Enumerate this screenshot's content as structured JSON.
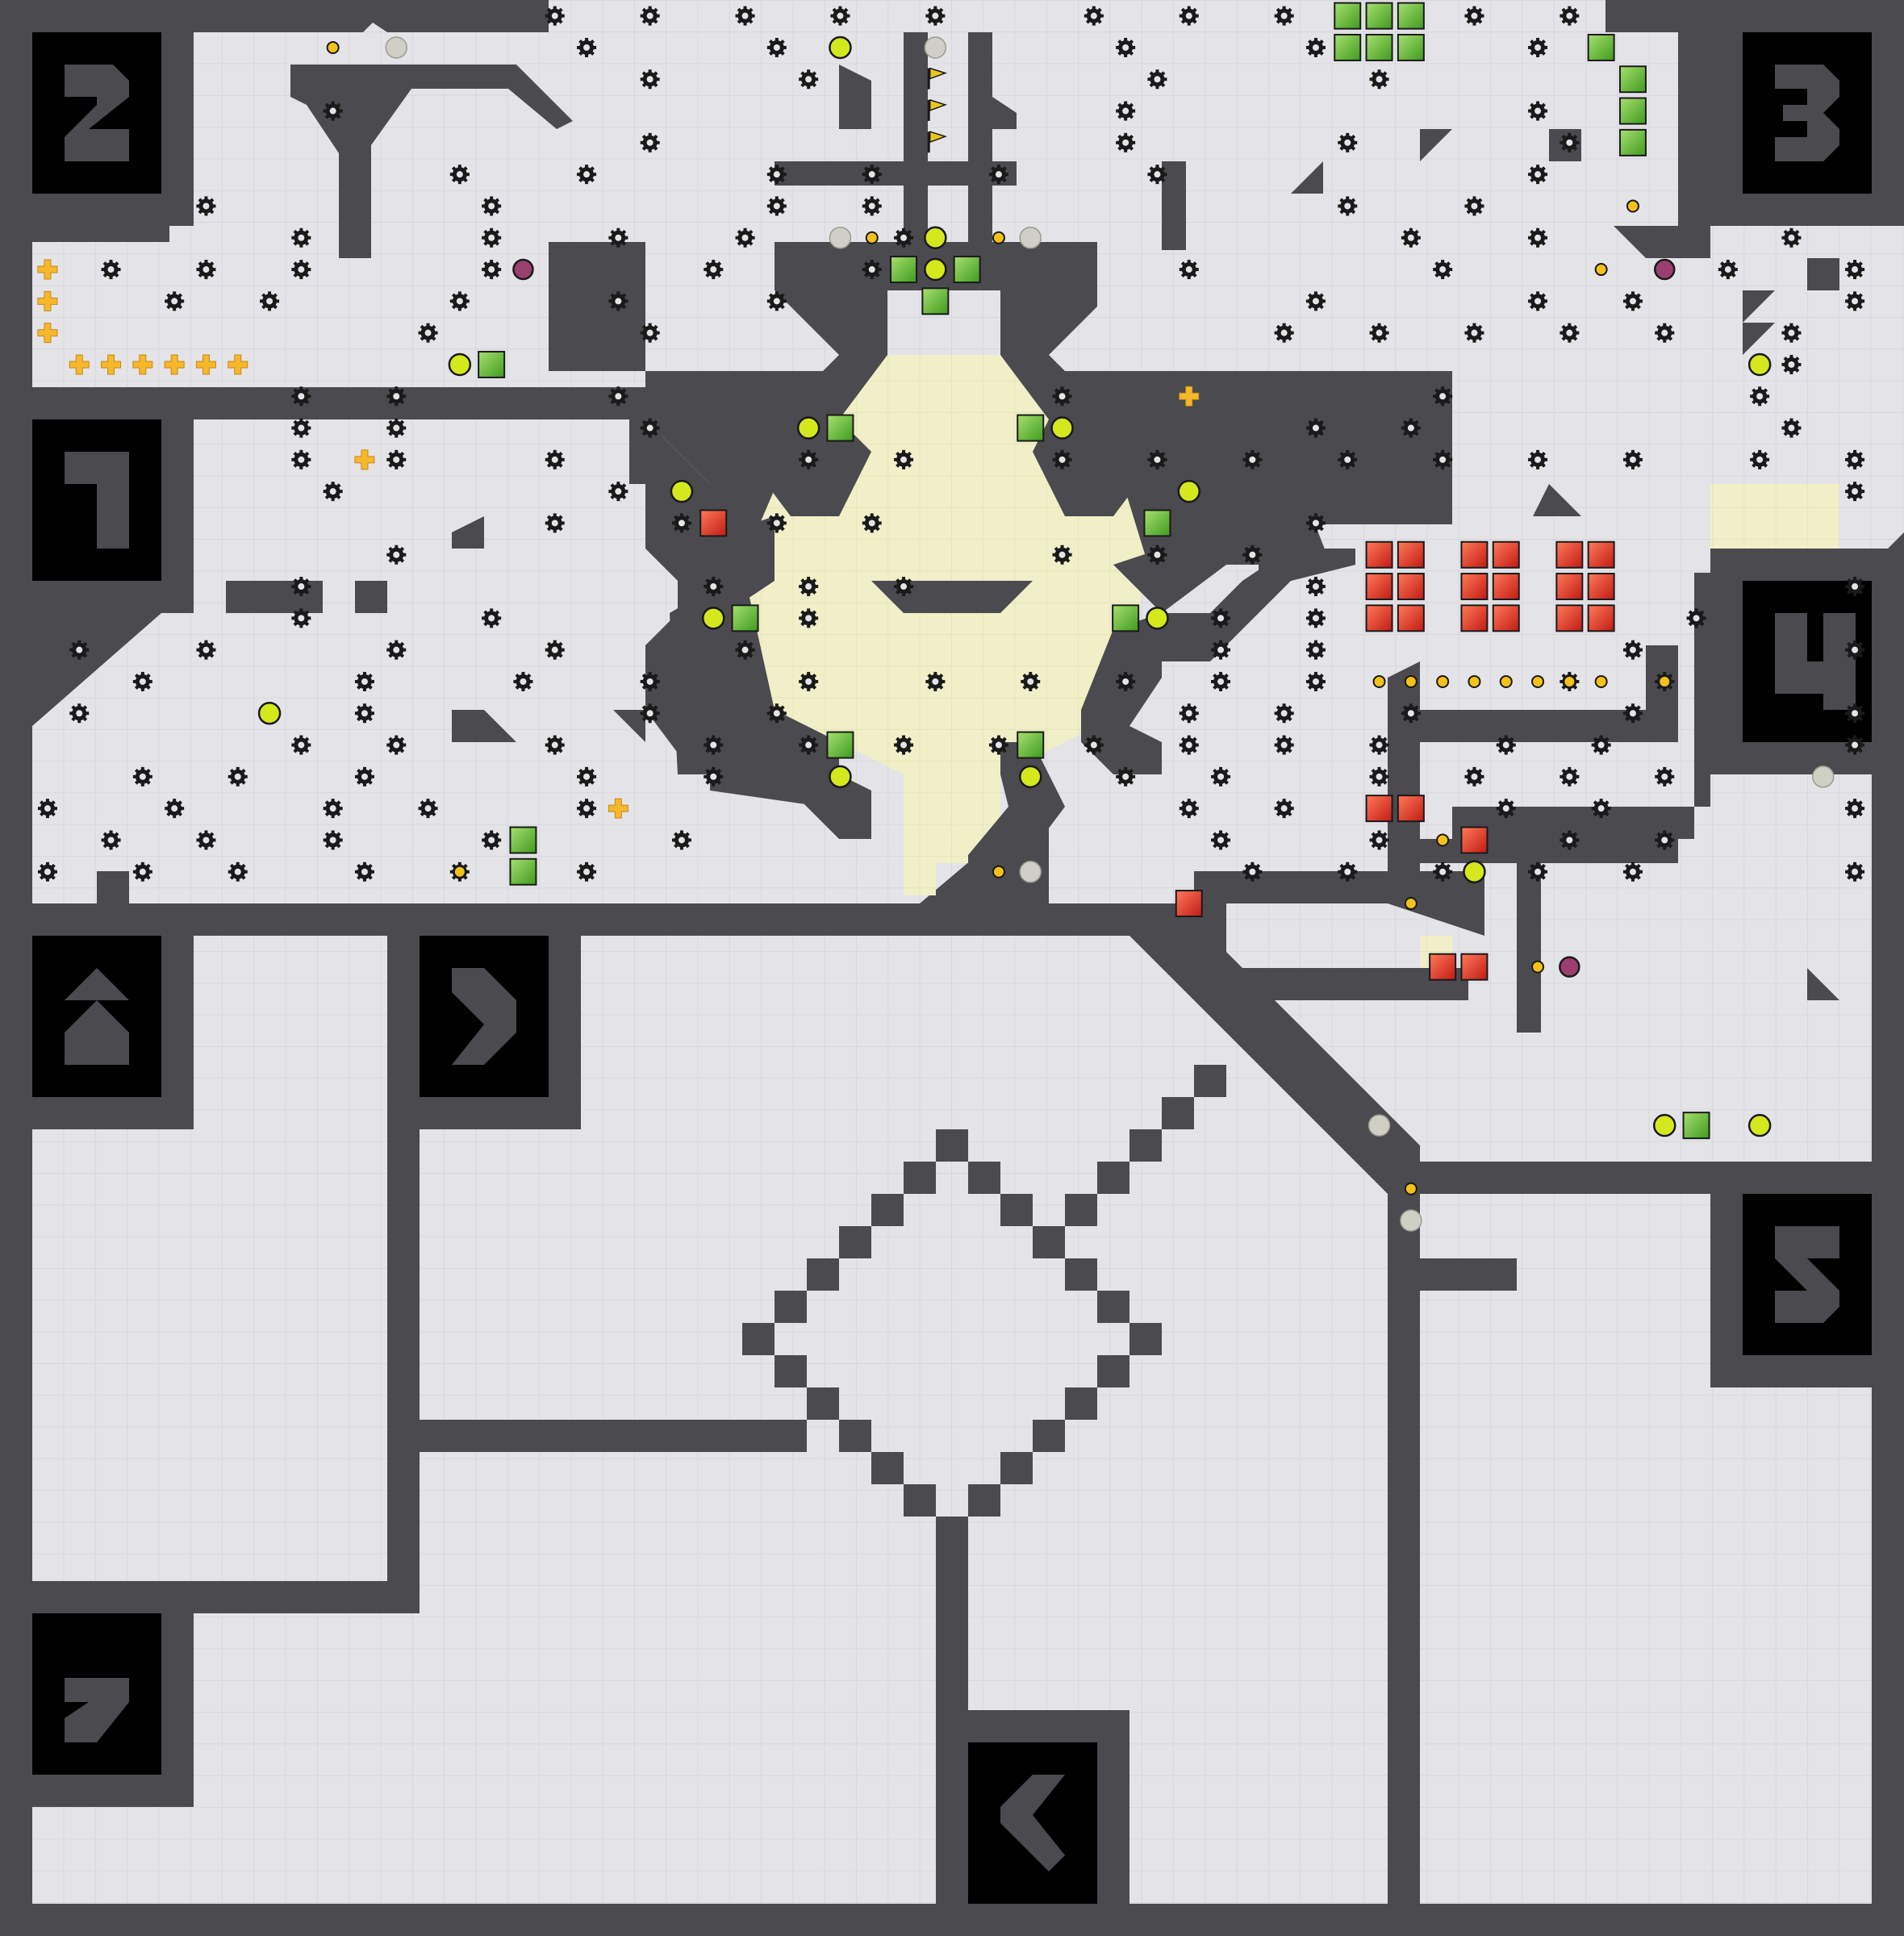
{
  "game": {
    "view": "level-map",
    "palette": {
      "wall": "#4a4a4f",
      "floor": "#e4e4e8",
      "grid_line": "#d0d0d6",
      "highlight": "#f0efc8",
      "green_block": "#6cc23a",
      "red_block": "#e0332b",
      "door_plate": "#000000",
      "door_glyph": "#4a4a4f",
      "yellow_orb": "#d4e81e",
      "gold_coin": "#f2c21a",
      "gray_orb": "#c8c8c2",
      "purple_orb": "#9b3f6f",
      "plus_pickup": "#f5b82a",
      "flag": "#e8c81e"
    },
    "doors": [
      {
        "level": "1",
        "icon": "digit-1-icon"
      },
      {
        "level": "2",
        "icon": "digit-2-icon"
      },
      {
        "level": "3",
        "icon": "digit-3-icon"
      },
      {
        "level": "4",
        "icon": "digit-4-icon"
      },
      {
        "level": "5",
        "icon": "digit-5-icon"
      },
      {
        "level": "7",
        "icon": "digit-7-icon"
      },
      {
        "level": "up",
        "icon": "chevron-up-icon"
      },
      {
        "level": "right",
        "icon": "chevron-right-icon"
      },
      {
        "level": "left",
        "icon": "chevron-left-icon"
      }
    ],
    "legend_of_tiles": [
      "wall",
      "floor",
      "spike-gear",
      "green-block",
      "red-block",
      "yellow-orb",
      "gold-coin",
      "gray-orb",
      "purple-orb",
      "plus-pickup",
      "flag"
    ]
  }
}
